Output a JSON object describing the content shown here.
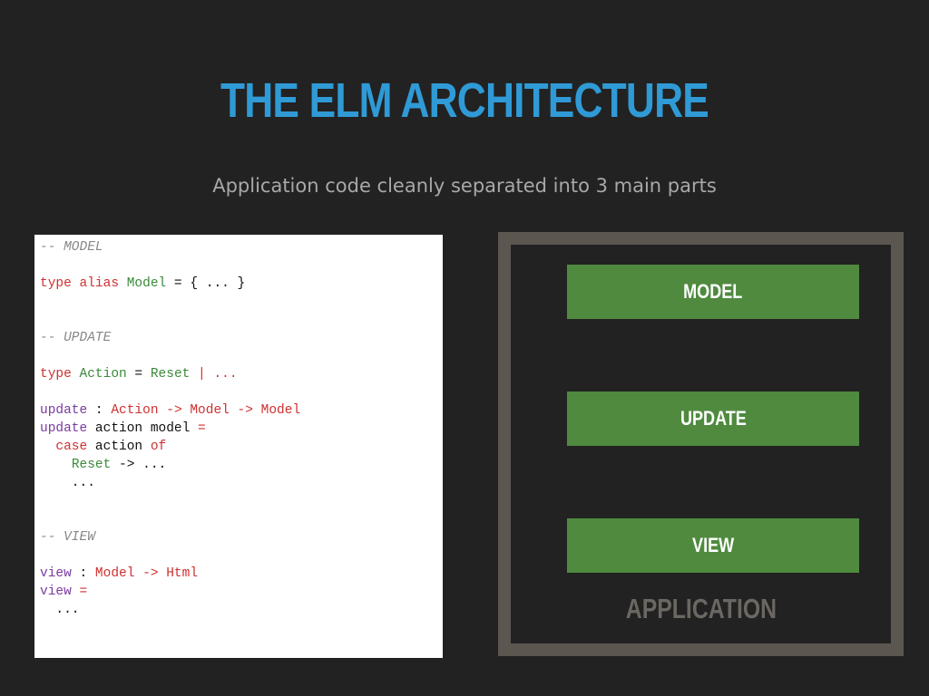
{
  "slide": {
    "title": "THE ELM ARCHITECTURE",
    "subtitle": "Application code cleanly separated into 3 main parts"
  },
  "code": {
    "lines": [
      [
        {
          "t": "-- MODEL",
          "c": "comment"
        }
      ],
      [],
      [
        {
          "t": "type alias",
          "c": "red"
        },
        {
          "t": " ",
          "c": "plain"
        },
        {
          "t": "Model",
          "c": "type"
        },
        {
          "t": " = { ... }",
          "c": "plain"
        }
      ],
      [],
      [],
      [
        {
          "t": "-- UPDATE",
          "c": "comment"
        }
      ],
      [],
      [
        {
          "t": "type",
          "c": "red"
        },
        {
          "t": " ",
          "c": "plain"
        },
        {
          "t": "Action",
          "c": "type"
        },
        {
          "t": " = ",
          "c": "plain"
        },
        {
          "t": "Reset",
          "c": "type"
        },
        {
          "t": " | ...",
          "c": "red"
        }
      ],
      [],
      [
        {
          "t": "update",
          "c": "keyword"
        },
        {
          "t": " : ",
          "c": "plain"
        },
        {
          "t": "Action -> Model -> Model",
          "c": "red"
        }
      ],
      [
        {
          "t": "update",
          "c": "keyword"
        },
        {
          "t": " action model ",
          "c": "plain"
        },
        {
          "t": "=",
          "c": "red"
        }
      ],
      [
        {
          "t": "  ",
          "c": "plain"
        },
        {
          "t": "case",
          "c": "red"
        },
        {
          "t": " action ",
          "c": "plain"
        },
        {
          "t": "of",
          "c": "red"
        }
      ],
      [
        {
          "t": "    ",
          "c": "plain"
        },
        {
          "t": "Reset",
          "c": "type"
        },
        {
          "t": " -> ...",
          "c": "plain"
        }
      ],
      [
        {
          "t": "    ...",
          "c": "plain"
        }
      ],
      [],
      [],
      [
        {
          "t": "-- VIEW",
          "c": "comment"
        }
      ],
      [],
      [
        {
          "t": "view",
          "c": "keyword"
        },
        {
          "t": " : ",
          "c": "plain"
        },
        {
          "t": "Model -> Html",
          "c": "red"
        }
      ],
      [
        {
          "t": "view",
          "c": "keyword"
        },
        {
          "t": " ",
          "c": "plain"
        },
        {
          "t": "=",
          "c": "red"
        }
      ],
      [
        {
          "t": "  ...",
          "c": "plain"
        }
      ]
    ]
  },
  "diagram": {
    "blocks": [
      "MODEL",
      "UPDATE",
      "VIEW"
    ],
    "container_label": "APPLICATION",
    "colors": {
      "block": "#4f8a3f",
      "frame": "#5b5650",
      "title": "#2f9ad6"
    }
  }
}
